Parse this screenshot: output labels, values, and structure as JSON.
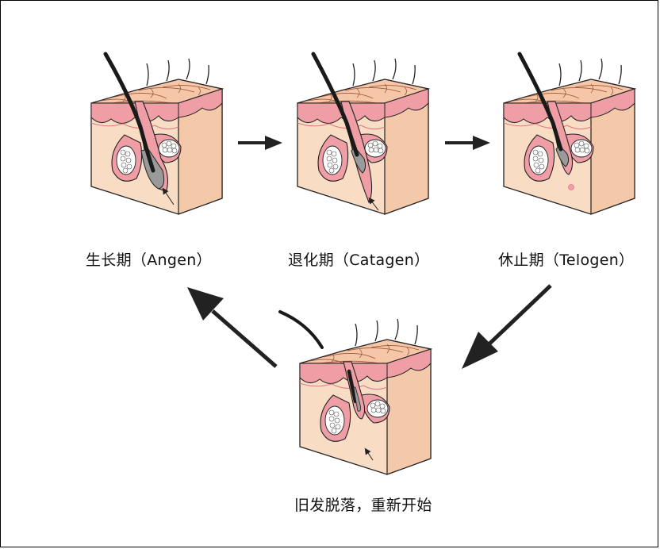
{
  "stages": [
    {
      "id": "anagen",
      "label": "生长期（Angen）"
    },
    {
      "id": "catagen",
      "label": "退化期（Catagen）"
    },
    {
      "id": "telogen",
      "label": "休止期（Telogen）"
    },
    {
      "id": "shedding",
      "label": "旧发脱落，重新开始"
    }
  ],
  "colors": {
    "skin_top": "#f6c6a8",
    "skin_side": "#f8dcc4",
    "skin_side_dark": "#f3c9aa",
    "dermis_pink": "#ef9ea6",
    "dermis_edge": "#e07a86",
    "hair": "#1a1a1a",
    "bulb_gray": "#9a9a9a",
    "gland_white": "#ffffff",
    "outline": "#222222",
    "arrow": "#222222"
  }
}
